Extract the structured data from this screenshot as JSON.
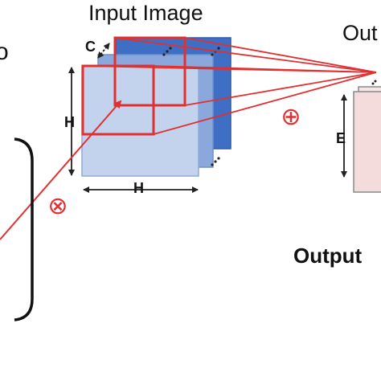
{
  "labels": {
    "input_image_title": "Input Image",
    "output_title_partial": "Out",
    "output_bottom_partial": "Output",
    "dim_c": "C",
    "dim_h_left": "H",
    "dim_h_bottom": "H",
    "dim_e": "E",
    "left_edge_glyph": "o"
  },
  "symbols": {
    "sum": "⊕",
    "multiply": "⊗"
  },
  "colors": {
    "accent_red": "#e03030",
    "cube_dark_blue": "#3f6fc4",
    "cube_mid_blue": "#8aa8dc",
    "cube_light_blue": "#c3d3ee",
    "output_pink": "#f5dcdc",
    "line_color": "#222222"
  }
}
